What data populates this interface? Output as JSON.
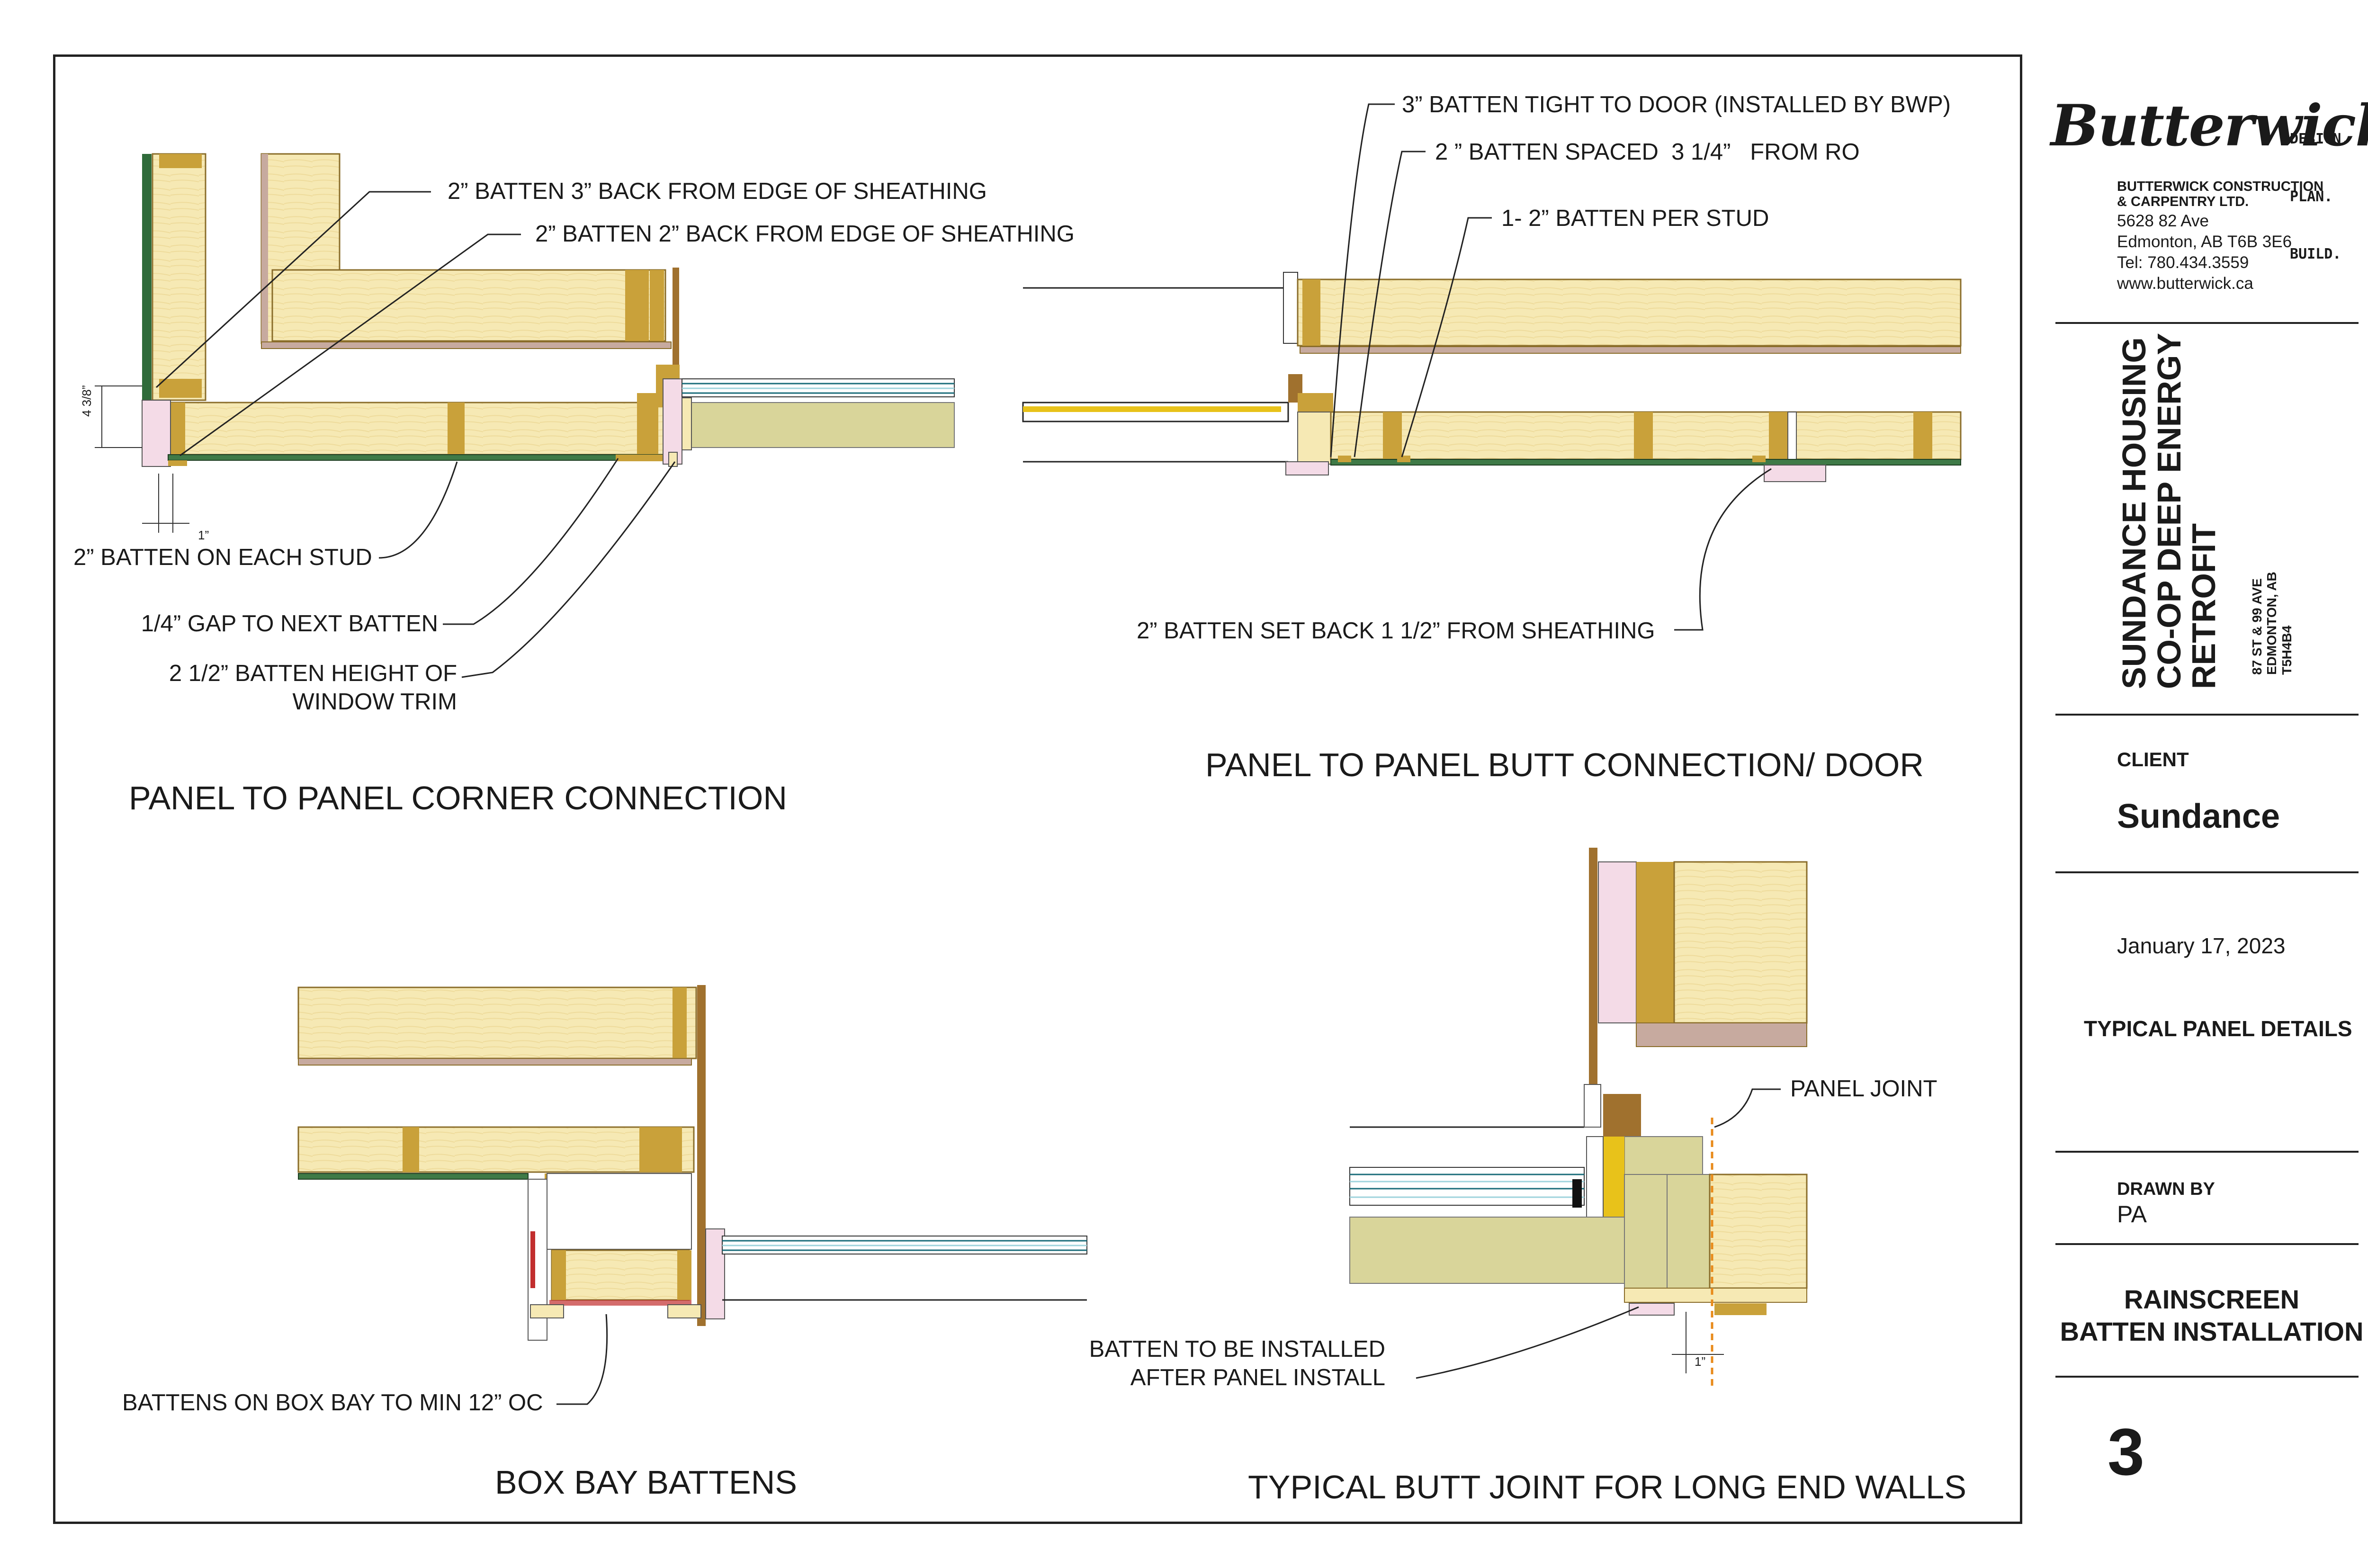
{
  "details": {
    "corner": {
      "title": "PANEL TO PANEL CORNER CONNECTION",
      "callouts": {
        "batten_3_back": "2” BATTEN 3” BACK FROM EDGE OF SHEATHING",
        "batten_2_back": "2” BATTEN 2” BACK FROM EDGE OF SHEATHING",
        "each_stud": "2” BATTEN ON EACH STUD",
        "gap": "1/4” GAP TO NEXT BATTEN",
        "window_trim": "2 1/2” BATTEN HEIGHT OF\nWINDOW TRIM"
      },
      "dims": {
        "height": "4 3/8”",
        "offset": "1”"
      }
    },
    "butt_door": {
      "title": "PANEL TO PANEL BUTT CONNECTION/ DOOR",
      "callouts": {
        "tight_to_door": "3” BATTEN TIGHT TO DOOR (INSTALLED BY BWP)",
        "spaced": "2 ” BATTEN SPACED  3 1/4”   FROM RO",
        "per_stud": "1- 2” BATTEN PER STUD",
        "set_back": "2” BATTEN SET BACK 1 1/2” FROM SHEATHING"
      }
    },
    "box_bay": {
      "title": "BOX BAY BATTENS",
      "callouts": {
        "min_oc": "BATTENS ON BOX BAY TO MIN 12” OC"
      }
    },
    "butt_joint": {
      "title": "TYPICAL BUTT JOINT FOR LONG END WALLS",
      "callouts": {
        "panel_joint": "PANEL JOINT",
        "after_install": "BATTEN TO BE INSTALLED\nAFTER PANEL INSTALL"
      },
      "dims": {
        "offset": "1”"
      }
    }
  },
  "title_block": {
    "logo": "Butterwick",
    "tagline": [
      "DESIGN.",
      "PLAN.",
      "BUILD."
    ],
    "company": "BUTTERWICK CONSTRUCTION\n& CARPENTRY LTD.",
    "address": "5628 82 Ave\nEdmonton, AB T6B 3E6\nTel: 780.434.3559\nwww.butterwick.ca",
    "project": "SUNDANCE HOUSING\nCO-OP DEEP ENERGY\nRETROFIT",
    "site": "87 ST & 99 AVE\nEDMONTON, AB\nT5H4B4",
    "client_label": "CLIENT",
    "client": "Sundance",
    "date": "January 17, 2023",
    "sheet_title": "TYPICAL PANEL DETAILS",
    "drawn_by_label": "DRAWN BY",
    "drawn_by": "PA",
    "subject": "RAINSCREEN\nBATTEN INSTALLATION",
    "sheet_number": "3"
  },
  "colors": {
    "plywood": "#f6e9b4",
    "stud": "#c9a13a",
    "sheathing_green": "#3f7a47",
    "insulation_pink": "#f4dbe7",
    "window_blue": "#9ed3dc",
    "concrete": "#d9d59a",
    "dark_wood": "#a0712e",
    "accent_orange": "#e88a1a"
  }
}
